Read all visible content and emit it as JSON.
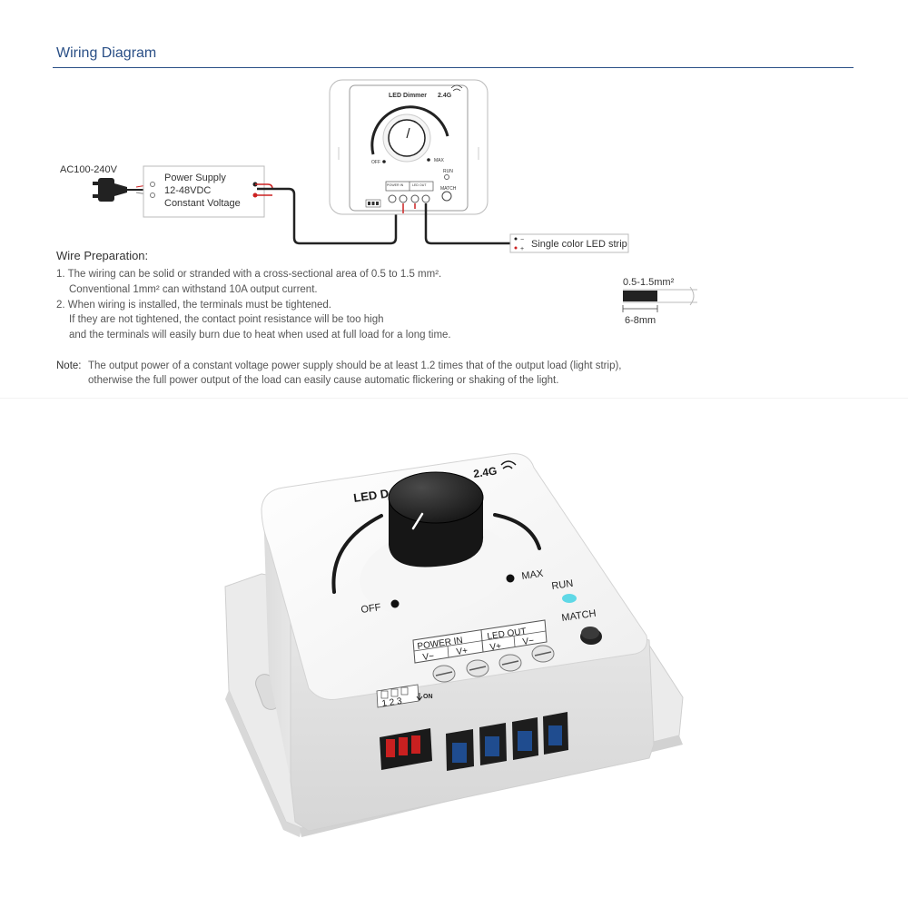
{
  "section_title": "Wiring Diagram",
  "wiring": {
    "ac_label": "AC100-240V",
    "power_supply": {
      "line1": "Power Supply",
      "line2": "12-48VDC",
      "line3": "Constant Voltage"
    },
    "dimmer": {
      "brand": "LED Dimmer",
      "band": "2.4G",
      "off": "OFF",
      "max": "MAX",
      "run": "RUN",
      "match": "MATCH",
      "power_in": "POWER IN",
      "led_out": "LED OUT",
      "v_minus": "V−",
      "v_plus": "V+"
    },
    "led_strip": "Single color LED strip",
    "strip_minus": "−",
    "strip_plus": "+"
  },
  "wire_prep": {
    "title": "Wire Preparation:",
    "lines": [
      "1. The wiring can be solid or stranded with a cross-sectional area of 0.5 to 1.5 mm².",
      "Conventional 1mm² can withstand 10A output current.",
      "2. When wiring is installed, the terminals must be tightened.",
      "If they are not tightened, the contact point resistance will be too high",
      "and the terminals will easily burn due to heat when used at full load for a long time."
    ],
    "wire_size": "0.5-1.5mm²",
    "strip_length": "6-8mm"
  },
  "note": {
    "label": "Note:",
    "line1": "The output power of a constant voltage power supply should be at least 1.2 times that of the output load (light strip),",
    "line2": "otherwise the full power output of the load can easily cause automatic flickering or shaking of the light."
  },
  "product": {
    "brand_partial": "LED D",
    "band": "2.4G",
    "off": "OFF",
    "max": "MAX",
    "run": "RUN",
    "match": "MATCH",
    "power_in": "POWER IN",
    "led_out": "LED OUT",
    "v_minus": "V−",
    "v_plus": "V+",
    "dip_numbers": "1 2 3",
    "dip_on": "ON"
  },
  "colors": {
    "title_blue": "#2a4f86",
    "run_led": "#5fd8e6",
    "terminal_blue": "#1f4c8f",
    "wire_red": "#d02020"
  }
}
